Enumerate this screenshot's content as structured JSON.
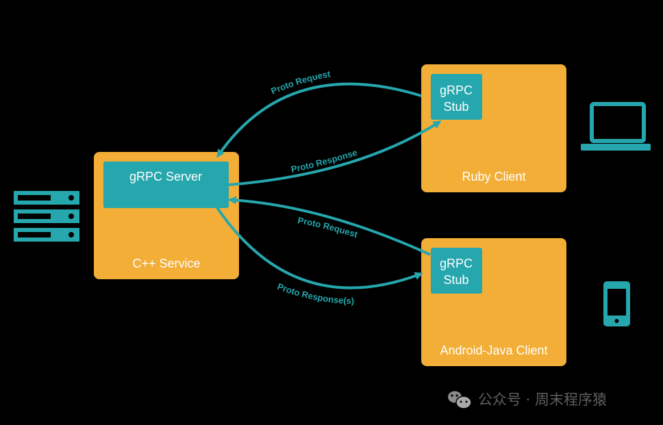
{
  "nodes": {
    "cpp_service": "C++ Service",
    "grpc_server": "gRPC Server",
    "ruby_client": "Ruby Client",
    "ruby_stub_line1": "gRPC",
    "ruby_stub_line2": "Stub",
    "android_client": "Android-Java Client",
    "android_stub_line1": "gRPC",
    "android_stub_line2": "Stub"
  },
  "edges": {
    "ruby_request": "Proto Request",
    "ruby_response": "Proto Response",
    "android_request": "Proto Request",
    "android_response": "Proto Response(s)"
  },
  "footer": {
    "account": "公众号 · 周末程序猿"
  },
  "icons": {
    "server": "server-rack-icon",
    "laptop": "laptop-icon",
    "phone": "smartphone-icon",
    "wechat": "wechat-icon"
  },
  "colors": {
    "background": "#000000",
    "box": "#f2ae37",
    "teal": "#26a6ad"
  }
}
